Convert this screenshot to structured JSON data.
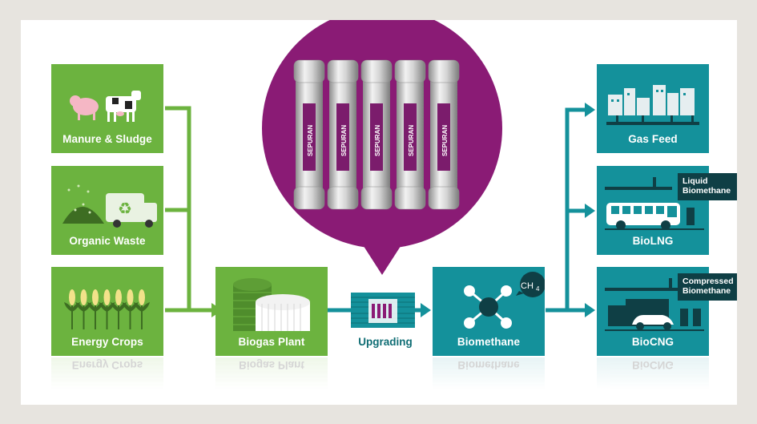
{
  "colors": {
    "green": "#6cb33f",
    "teal": "#14919b",
    "magenta": "#8a1b75",
    "dark_tag": "#0f3f45",
    "background": "#e7e4df"
  },
  "sources": [
    {
      "label": "Manure & Sludge",
      "icon": "pig-and-cow-icon"
    },
    {
      "label": "Organic Waste",
      "icon": "recycling-truck-icon"
    },
    {
      "label": "Energy Crops",
      "icon": "corn-crop-icon"
    }
  ],
  "biogas_plant": {
    "label": "Biogas Plant",
    "icon": "digester-tanks-icon"
  },
  "upgrading": {
    "label": "Upgrading",
    "icon": "membrane-module-icon"
  },
  "membrane_brand": "SEPURAN",
  "membrane_module_count": 5,
  "biomethane": {
    "label": "Biomethane",
    "icon": "methane-molecule-icon",
    "formula": "CH",
    "formula_sub": "4"
  },
  "outputs": [
    {
      "label": "Gas Feed",
      "icon": "gas-grid-city-icon",
      "tag": null
    },
    {
      "label": "BioLNG",
      "icon": "bus-refuel-icon",
      "tag": [
        "Liquid",
        "Biomethane"
      ]
    },
    {
      "label": "BioCNG",
      "icon": "truck-car-refuel-icon",
      "tag": [
        "Compressed",
        "Biomethane"
      ]
    }
  ]
}
